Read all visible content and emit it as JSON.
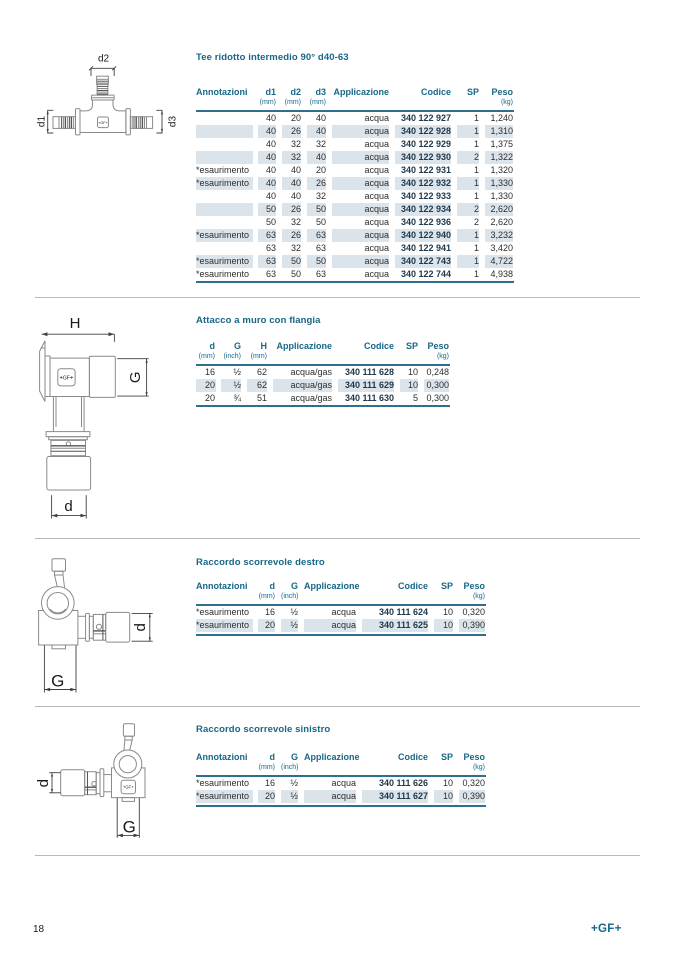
{
  "colors": {
    "accent": "#176787",
    "rule": "#2f6f8d",
    "shade": "#dce4eb",
    "text": "#2d2d2d",
    "code": "#20394c",
    "sep": "#b9b9b9",
    "dwg_text": "#1a1a1a"
  },
  "page": {
    "number": "18",
    "logo": "+GF+"
  },
  "sections": [
    {
      "title": "Tee ridotto intermedio 90° d40-63",
      "drawing": {
        "labels": {
          "d1": "d1",
          "d2": "d2",
          "d3": "d3"
        },
        "logo": "+GF+"
      },
      "table": {
        "columns": [
          {
            "label": "Annotazioni",
            "unit": "",
            "align": "left",
            "width": 57
          },
          {
            "label": "d1",
            "unit": "(mm)",
            "align": "right",
            "width": 24
          },
          {
            "label": "d2",
            "unit": "(mm)",
            "align": "right",
            "width": 25
          },
          {
            "label": "d3",
            "unit": "(mm)",
            "align": "right",
            "width": 25
          },
          {
            "label": "Applicazione",
            "unit": "",
            "align": "right",
            "width": 63
          },
          {
            "label": "Codice",
            "unit": "",
            "align": "right",
            "width": 62
          },
          {
            "label": "SP",
            "unit": "",
            "align": "right",
            "width": 28
          },
          {
            "label": "Peso",
            "unit": "(kg)",
            "align": "right",
            "width": 34
          }
        ],
        "code_col": 5,
        "shaded_rows": [
          1,
          3,
          5,
          7,
          9,
          11
        ],
        "rows": [
          [
            "",
            "40",
            "20",
            "40",
            "acqua",
            "340 122 927",
            "1",
            "1,240"
          ],
          [
            "",
            "40",
            "26",
            "40",
            "acqua",
            "340 122 928",
            "1",
            "1,310"
          ],
          [
            "",
            "40",
            "32",
            "32",
            "acqua",
            "340 122 929",
            "1",
            "1,375"
          ],
          [
            "",
            "40",
            "32",
            "40",
            "acqua",
            "340 122 930",
            "2",
            "1,322"
          ],
          [
            "*esaurimento",
            "40",
            "40",
            "20",
            "acqua",
            "340 122 931",
            "1",
            "1,320"
          ],
          [
            "*esaurimento",
            "40",
            "40",
            "26",
            "acqua",
            "340 122 932",
            "1",
            "1,330"
          ],
          [
            "",
            "40",
            "40",
            "32",
            "acqua",
            "340 122 933",
            "1",
            "1,330"
          ],
          [
            "",
            "50",
            "26",
            "50",
            "acqua",
            "340 122 934",
            "2",
            "2,620"
          ],
          [
            "",
            "50",
            "32",
            "50",
            "acqua",
            "340 122 936",
            "2",
            "2,620"
          ],
          [
            "*esaurimento",
            "63",
            "26",
            "63",
            "acqua",
            "340 122 940",
            "1",
            "3,232"
          ],
          [
            "",
            "63",
            "32",
            "63",
            "acqua",
            "340 122 941",
            "1",
            "3,420"
          ],
          [
            "*esaurimento",
            "63",
            "50",
            "50",
            "acqua",
            "340 122 743",
            "1",
            "4,722"
          ],
          [
            "*esaurimento",
            "63",
            "50",
            "63",
            "acqua",
            "340 122 744",
            "1",
            "4,938"
          ]
        ]
      }
    },
    {
      "title": "Attacco a muro con flangia",
      "drawing": {
        "labels": {
          "H": "H",
          "G": "G",
          "d": "d"
        },
        "logo": "+GF+"
      },
      "table": {
        "columns": [
          {
            "label": "d",
            "unit": "(mm)",
            "align": "right",
            "width": 20
          },
          {
            "label": "G",
            "unit": "(inch)",
            "align": "right",
            "width": 26
          },
          {
            "label": "H",
            "unit": "(mm)",
            "align": "right",
            "width": 26
          },
          {
            "label": "Applicazione",
            "unit": "",
            "align": "right",
            "width": 65
          },
          {
            "label": "Codice",
            "unit": "",
            "align": "right",
            "width": 62
          },
          {
            "label": "SP",
            "unit": "",
            "align": "right",
            "width": 24
          },
          {
            "label": "Peso",
            "unit": "(kg)",
            "align": "right",
            "width": 31
          }
        ],
        "code_col": 4,
        "shaded_rows": [
          1
        ],
        "rows": [
          [
            "16",
            "½",
            "62",
            "acqua/gas",
            "340 111 628",
            "10",
            "0,248"
          ],
          [
            "20",
            "½",
            "62",
            "acqua/gas",
            "340 111 629",
            "10",
            "0,300"
          ],
          [
            "20",
            "¾",
            "51",
            "acqua/gas",
            "340 111 630",
            "5",
            "0,300"
          ]
        ]
      }
    },
    {
      "title": "Raccordo scorrevole destro",
      "drawing": {
        "labels": {
          "G": "G",
          "d": "d"
        }
      },
      "table": {
        "columns": [
          {
            "label": "Annotazioni",
            "unit": "",
            "align": "left",
            "width": 57
          },
          {
            "label": "d",
            "unit": "(mm)",
            "align": "right",
            "width": 23
          },
          {
            "label": "G",
            "unit": "(inch)",
            "align": "right",
            "width": 23
          },
          {
            "label": "Applicazione",
            "unit": "",
            "align": "right",
            "width": 58
          },
          {
            "label": "Codice",
            "unit": "",
            "align": "right",
            "width": 72
          },
          {
            "label": "SP",
            "unit": "",
            "align": "right",
            "width": 25
          },
          {
            "label": "Peso",
            "unit": "(kg)",
            "align": "right",
            "width": 32
          }
        ],
        "code_col": 4,
        "shaded_rows": [
          1
        ],
        "rows": [
          [
            "*esaurimento",
            "16",
            "½",
            "acqua",
            "340 111 624",
            "10",
            "0,320"
          ],
          [
            "*esaurimento",
            "20",
            "½",
            "acqua",
            "340 111 625",
            "10",
            "0,390"
          ]
        ]
      }
    },
    {
      "title": "Raccordo scorrevole sinistro",
      "drawing": {
        "labels": {
          "G": "G",
          "d": "d"
        },
        "logo": "+GF+"
      },
      "table": {
        "columns": [
          {
            "label": "Annotazioni",
            "unit": "",
            "align": "left",
            "width": 57
          },
          {
            "label": "d",
            "unit": "(mm)",
            "align": "right",
            "width": 23
          },
          {
            "label": "G",
            "unit": "(inch)",
            "align": "right",
            "width": 23
          },
          {
            "label": "Applicazione",
            "unit": "",
            "align": "right",
            "width": 58
          },
          {
            "label": "Codice",
            "unit": "",
            "align": "right",
            "width": 72
          },
          {
            "label": "SP",
            "unit": "",
            "align": "right",
            "width": 25
          },
          {
            "label": "Peso",
            "unit": "(kg)",
            "align": "right",
            "width": 32
          }
        ],
        "code_col": 4,
        "shaded_rows": [
          1
        ],
        "rows": [
          [
            "*esaurimento",
            "16",
            "½",
            "acqua",
            "340 111 626",
            "10",
            "0,320"
          ],
          [
            "*esaurimento",
            "20",
            "½",
            "acqua",
            "340 111 627",
            "10",
            "0,390"
          ]
        ]
      }
    }
  ]
}
